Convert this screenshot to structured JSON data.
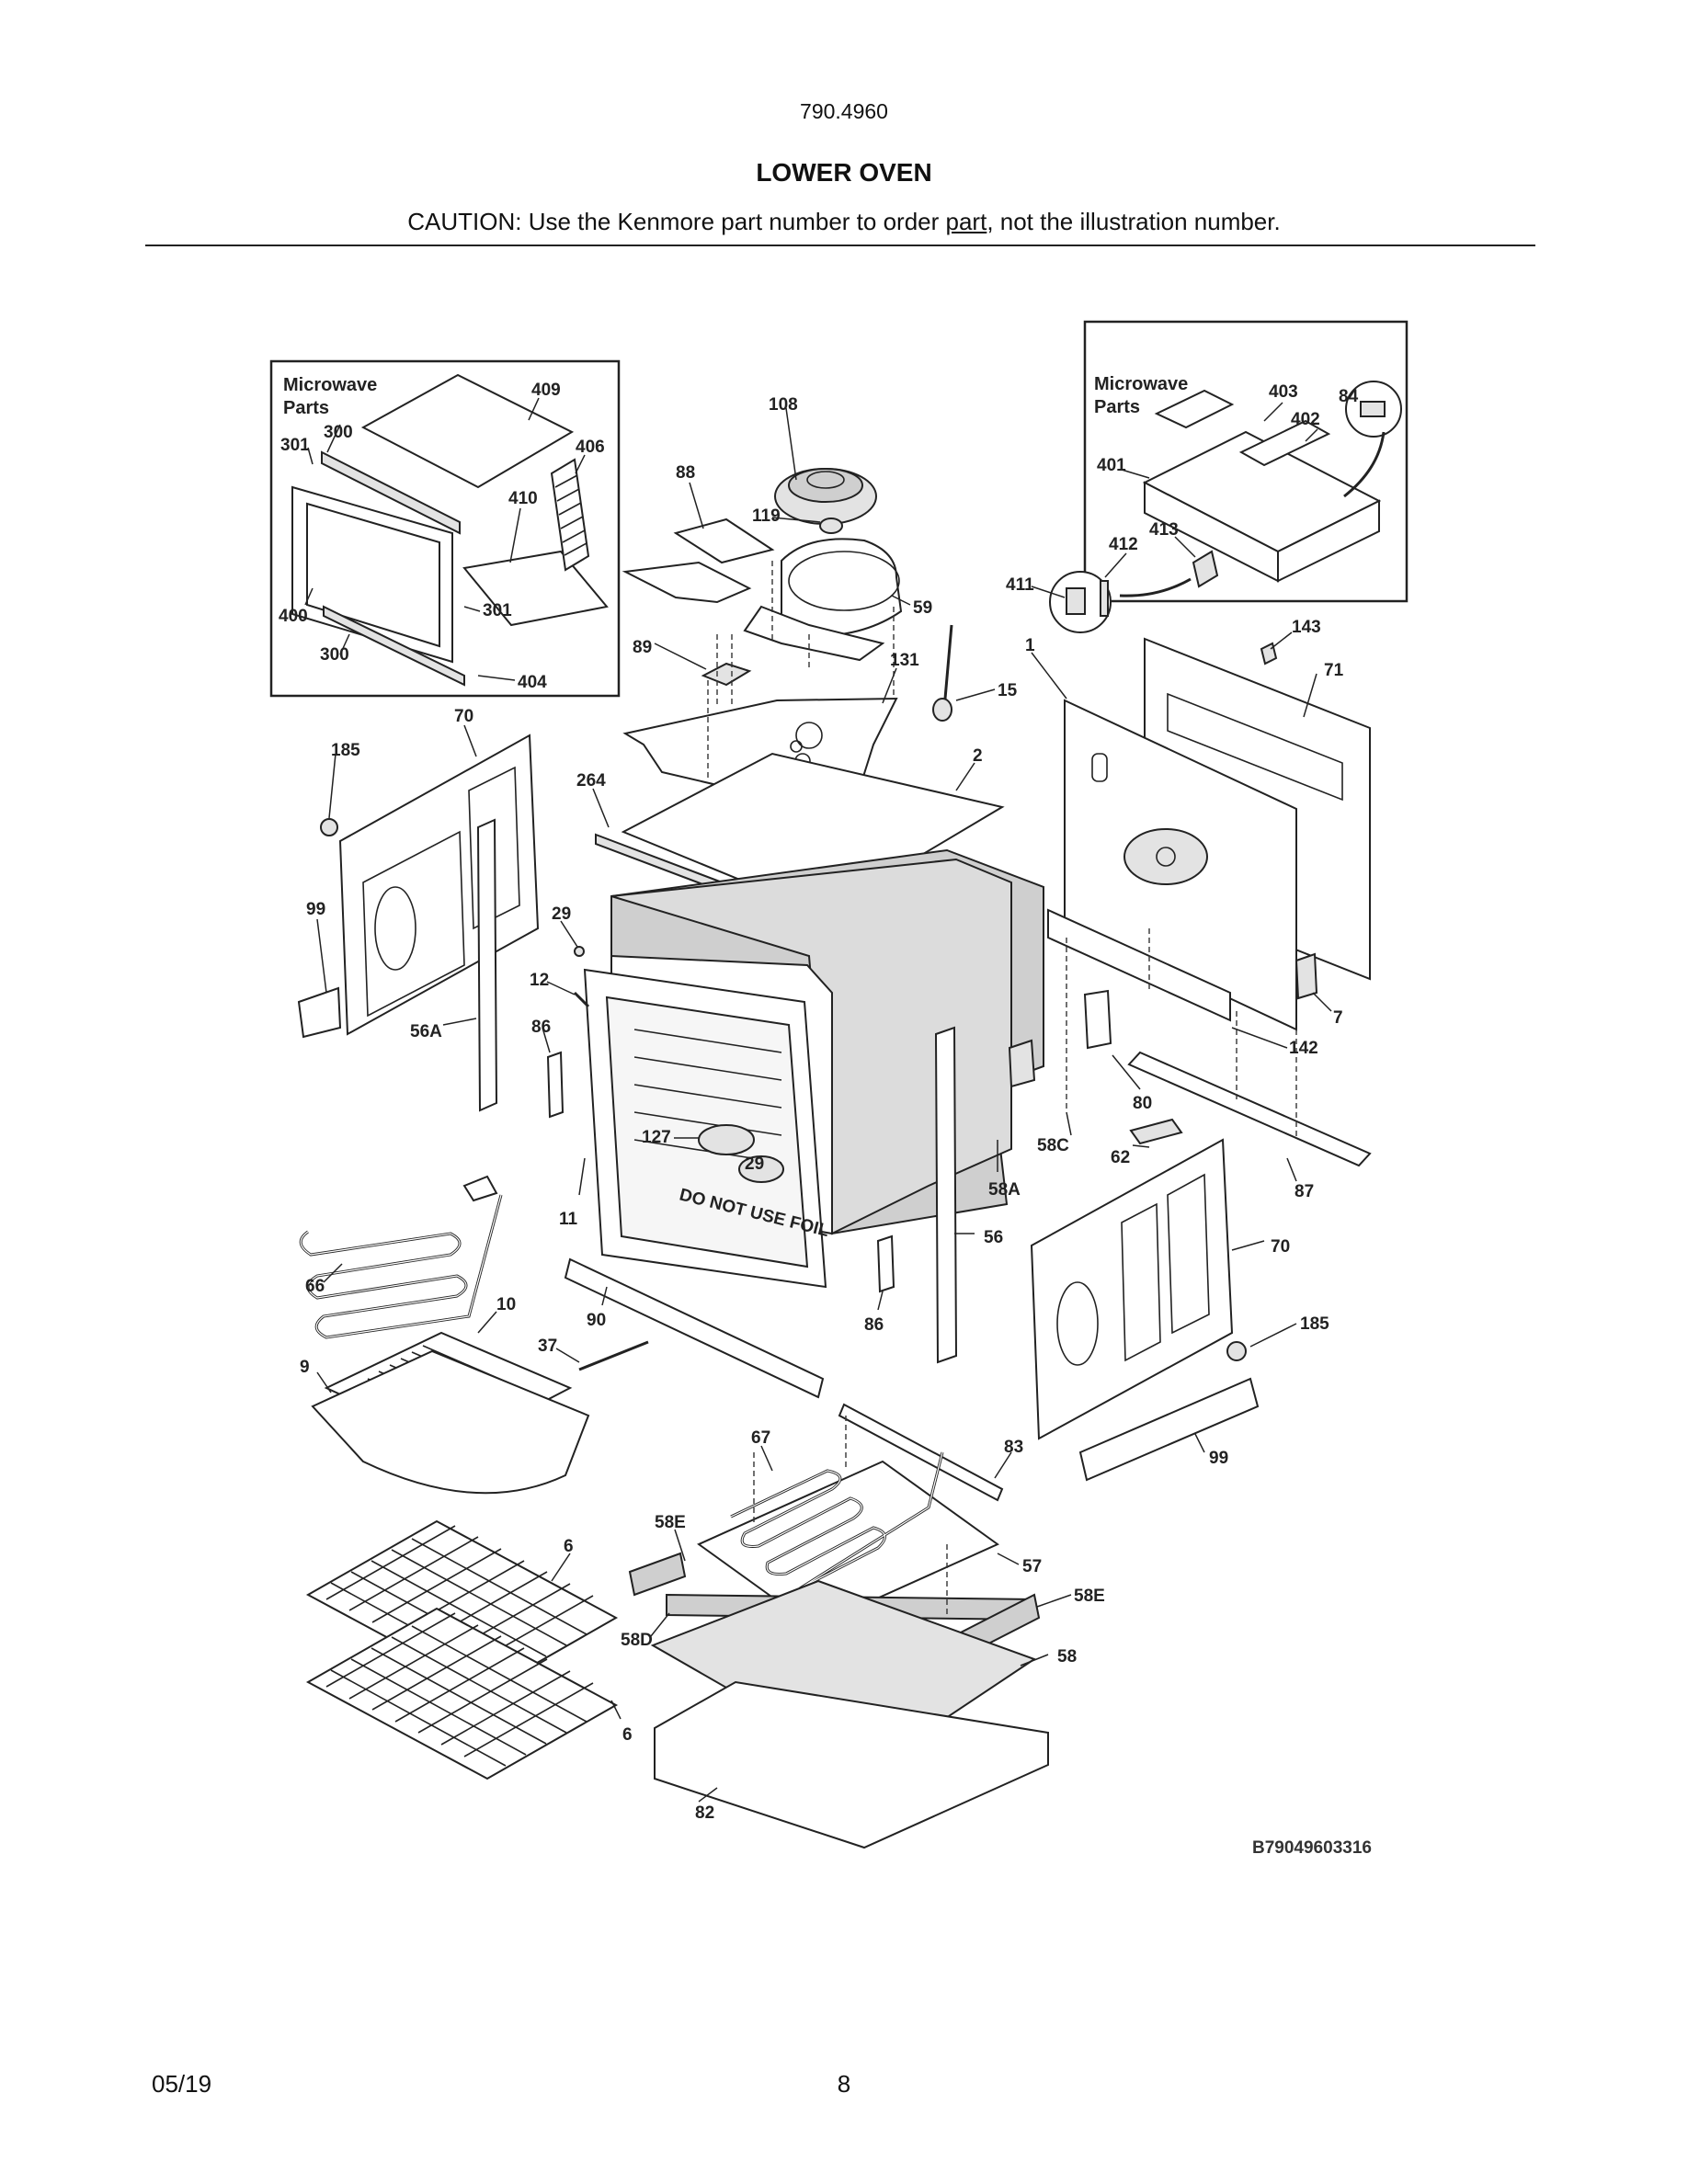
{
  "header": {
    "model": "790.4960",
    "title": "LOWER OVEN",
    "caution_prefix": "CAUTION: Use the Kenmore part number to order ",
    "caution_link": "part",
    "caution_suffix": ", not the illustration number."
  },
  "inset_left": {
    "title_line1": "Microwave",
    "title_line2": "Parts"
  },
  "inset_right": {
    "title_line1": "Microwave",
    "title_line2": "Parts"
  },
  "callouts": {
    "c409": "409",
    "c300a": "300",
    "c301a": "301",
    "c406": "406",
    "c410": "410",
    "c301b": "301",
    "c400": "400",
    "c300b": "300",
    "c404": "404",
    "c403": "403",
    "c84": "84",
    "c402": "402",
    "c401": "401",
    "c413": "413",
    "c412": "412",
    "c411": "411",
    "c108": "108",
    "c88": "88",
    "c119": "119",
    "c59": "59",
    "c89": "89",
    "c131": "131",
    "c15": "15",
    "c2": "2",
    "c264": "264",
    "c1": "1",
    "c143": "143",
    "c71": "71",
    "c70a": "70",
    "c185a": "185",
    "c99a": "99",
    "c56A": "56A",
    "c29a": "29",
    "c12": "12",
    "c86a": "86",
    "c127": "127",
    "c29b": "29",
    "c11": "11",
    "c7": "7",
    "c142": "142",
    "c80": "80",
    "c58C": "58C",
    "c62": "62",
    "c58A": "58A",
    "c87": "87",
    "c56": "56",
    "c70b": "70",
    "c66": "66",
    "c90": "90",
    "c86b": "86",
    "c185b": "185",
    "c10": "10",
    "c37": "37",
    "c9": "9",
    "c99b": "99",
    "c67": "67",
    "c83": "83",
    "c58Ea": "58E",
    "c57": "57",
    "c58Eb": "58E",
    "c6a": "6",
    "c58D": "58D",
    "c58": "58",
    "c6b": "6",
    "c82": "82"
  },
  "oven_warning": "DO NOT USE FOIL",
  "drawing_number": "B79049603316",
  "footer": {
    "date": "05/19",
    "page": "8"
  }
}
